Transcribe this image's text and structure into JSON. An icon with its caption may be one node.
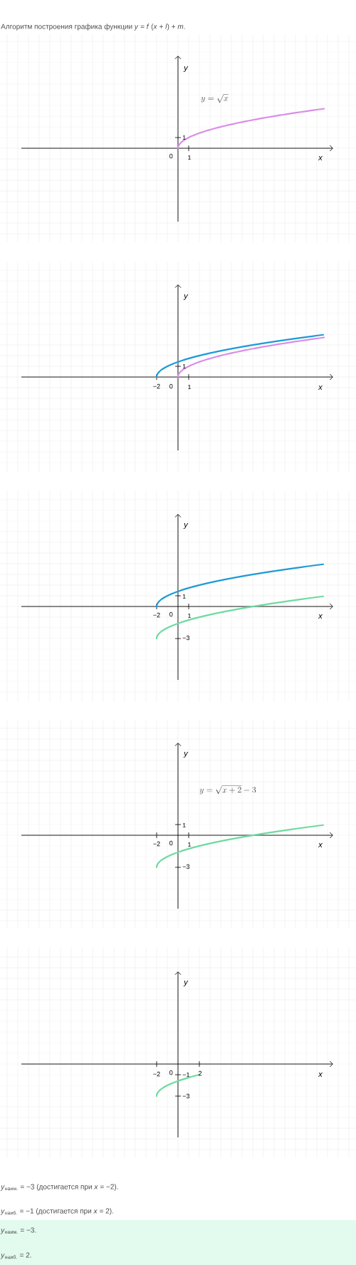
{
  "diagram": {
    "title": "Алгоритм построения графика функции *y* = *f* (*x* + *l*) + *m*.",
    "labels": [
      "y",
      "y = \\sqrt{x}",
      "1",
      "0",
      "1",
      "x",
      "y",
      "1",
      "−2",
      "0",
      "1",
      "x",
      "y",
      "1",
      "−2",
      "0",
      "1",
      "−3",
      "x",
      "y",
      "y = \\sqrt{x+2} - 3",
      "1",
      "−2",
      "0",
      "1",
      "−3",
      "x",
      "y",
      "−2",
      "0",
      "−1",
      "2",
      "−3",
      "x",
      "*y*$_{наим.}$ = −3 (достигается при *x* = −2).",
      "*y*$_{наиб.}$ = −1 (достигается при *x* = 2).",
      "*y*$_{наим.}$ = −3.",
      "*y*$_{наиб.}$ = 2."
    ]
  }
}
